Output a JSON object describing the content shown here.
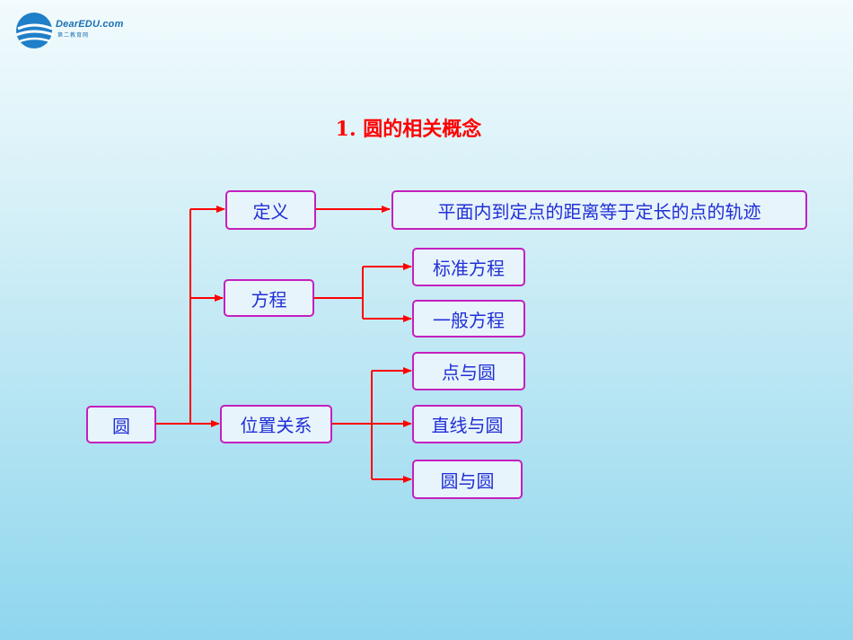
{
  "logo": {
    "name": "DearEDU.com",
    "subtitle": "第二教育网"
  },
  "title": "1. 圆的相关概念",
  "diagram": {
    "root": "圆",
    "branches": [
      {
        "label": "定义",
        "children": [
          "平面内到定点的距离等于定长的点的轨迹"
        ]
      },
      {
        "label": "方程",
        "children": [
          "标准方程",
          "一般方程"
        ]
      },
      {
        "label": "位置关系",
        "children": [
          "点与圆",
          "直线与圆",
          "圆与圆"
        ]
      }
    ]
  },
  "colors": {
    "title": "#ff0000",
    "border": "#c41fbe",
    "text": "#1f2fd6",
    "connector": "#ff0000"
  }
}
